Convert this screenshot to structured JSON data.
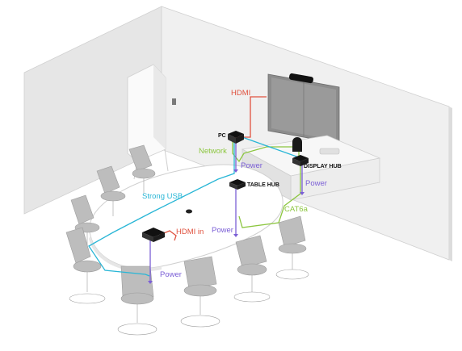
{
  "labels": {
    "hdmi_top": "HDMI",
    "pc": "PC",
    "network": "Network",
    "power_pc": "Power",
    "display_hub": "DISPLAY HUB",
    "power_display": "Power",
    "strong_usb": "Strong USB",
    "table_hub": "TABLE HUB",
    "cat6a": "CAT6a",
    "hdmi_in": "HDMI in",
    "power_table": "Power",
    "power_front": "Power"
  },
  "colors": {
    "hdmi": "#e0523f",
    "network": "#8cc63f",
    "usb": "#29b6d6",
    "power": "#7b5fd6",
    "wall_left": "#e6e6e6",
    "wall_back": "#f0f0f0",
    "floor": "#ffffff",
    "display": "#8c8c8c",
    "device": "#111111",
    "chair": "#bdbdbd"
  }
}
